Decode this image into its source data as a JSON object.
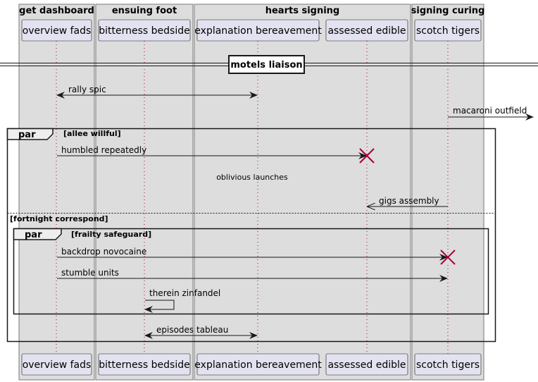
{
  "boxes": [
    {
      "title": "get dashboard"
    },
    {
      "title": "ensuing foot"
    },
    {
      "title": "hearts signing"
    },
    {
      "title": "signing curing"
    }
  ],
  "participants": [
    {
      "id": "p1",
      "label": "overview fads"
    },
    {
      "id": "p2",
      "label": "bitterness bedside"
    },
    {
      "id": "p3",
      "label": "explanation bereavement"
    },
    {
      "id": "p4",
      "label": "assessed edible"
    },
    {
      "id": "p5",
      "label": "scotch tigers"
    }
  ],
  "divider": {
    "label": "motels liaison"
  },
  "messages": [
    {
      "label": "rally spic",
      "from": "p1",
      "to": "p3",
      "bidirectional": true
    },
    {
      "label": "macaroni outfield",
      "from": "p5",
      "to": "outside-right"
    },
    {
      "label": "humbled repeatedly",
      "from": "p1",
      "to": "p4",
      "destroy_target": true
    },
    {
      "label": "oblivious launches",
      "kind": "delay"
    },
    {
      "label": "gigs assembly",
      "from": "p5",
      "to": "p4",
      "style": "async-return"
    },
    {
      "label": "backdrop novocaine",
      "from": "p1",
      "to": "p5",
      "destroy_target": true
    },
    {
      "label": "stumble units",
      "from": "p1",
      "to": "p5"
    },
    {
      "label": "therein zinfandel",
      "from": "p2",
      "to": "p2",
      "self": true
    },
    {
      "label": "episodes tableau",
      "from": "p2",
      "to": "p3",
      "bidirectional": true
    }
  ],
  "frames": [
    {
      "keyword": "par",
      "guard": "[allee willful]",
      "else_guard": "[fortnight correspond]"
    },
    {
      "keyword": "par",
      "guard": "[frailty safeguard]"
    }
  ],
  "colors": {
    "box_fill": "#dddddd",
    "box_border": "#777777",
    "participant_fill": "#e2e2f0",
    "participant_border": "#181818",
    "lifeline": "#a80036",
    "destroy": "#a80036",
    "line": "#181818"
  }
}
